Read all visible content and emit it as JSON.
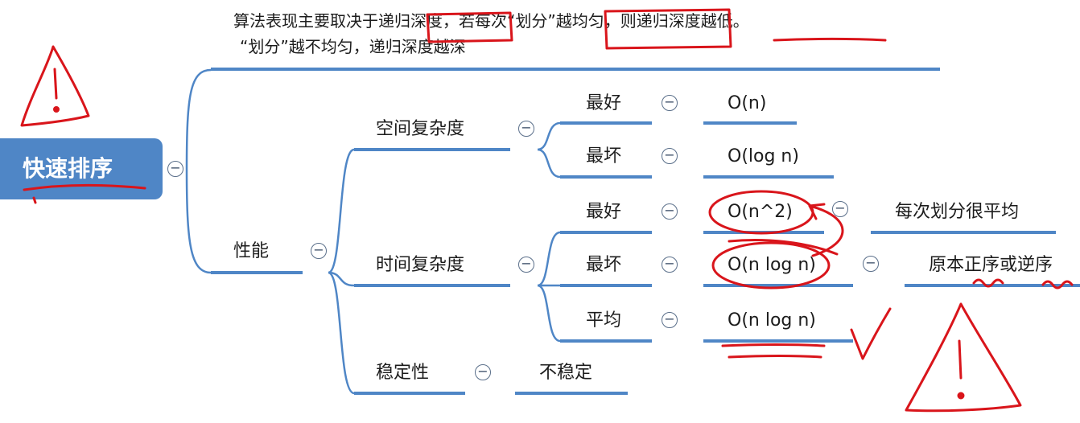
{
  "root": {
    "label": "快速排序"
  },
  "note": {
    "line1": "算法表现主要取决于递归深度，若每次“划分”越均匀，则递归深度越低。",
    "line2": "“划分”越不均匀，递归深度越深"
  },
  "performance": {
    "label": "性能",
    "space": {
      "label": "空间复杂度",
      "best": {
        "label": "最好",
        "value": "O(n)"
      },
      "worst": {
        "label": "最坏",
        "value": "O(log n)"
      }
    },
    "time": {
      "label": "时间复杂度",
      "best": {
        "label": "最好",
        "value": "O(n^2)",
        "note": "每次划分很平均"
      },
      "worst": {
        "label": "最坏",
        "value": "O(n log n)",
        "note": "原本正序或逆序"
      },
      "average": {
        "label": "平均",
        "value": "O(n log n)"
      }
    },
    "stability": {
      "label": "稳定性",
      "value": "不稳定"
    }
  },
  "collapse_glyph": "−",
  "colors": {
    "branch": "#4f86c6",
    "root_fill": "#4f86c6",
    "ink": "#d9151b"
  }
}
